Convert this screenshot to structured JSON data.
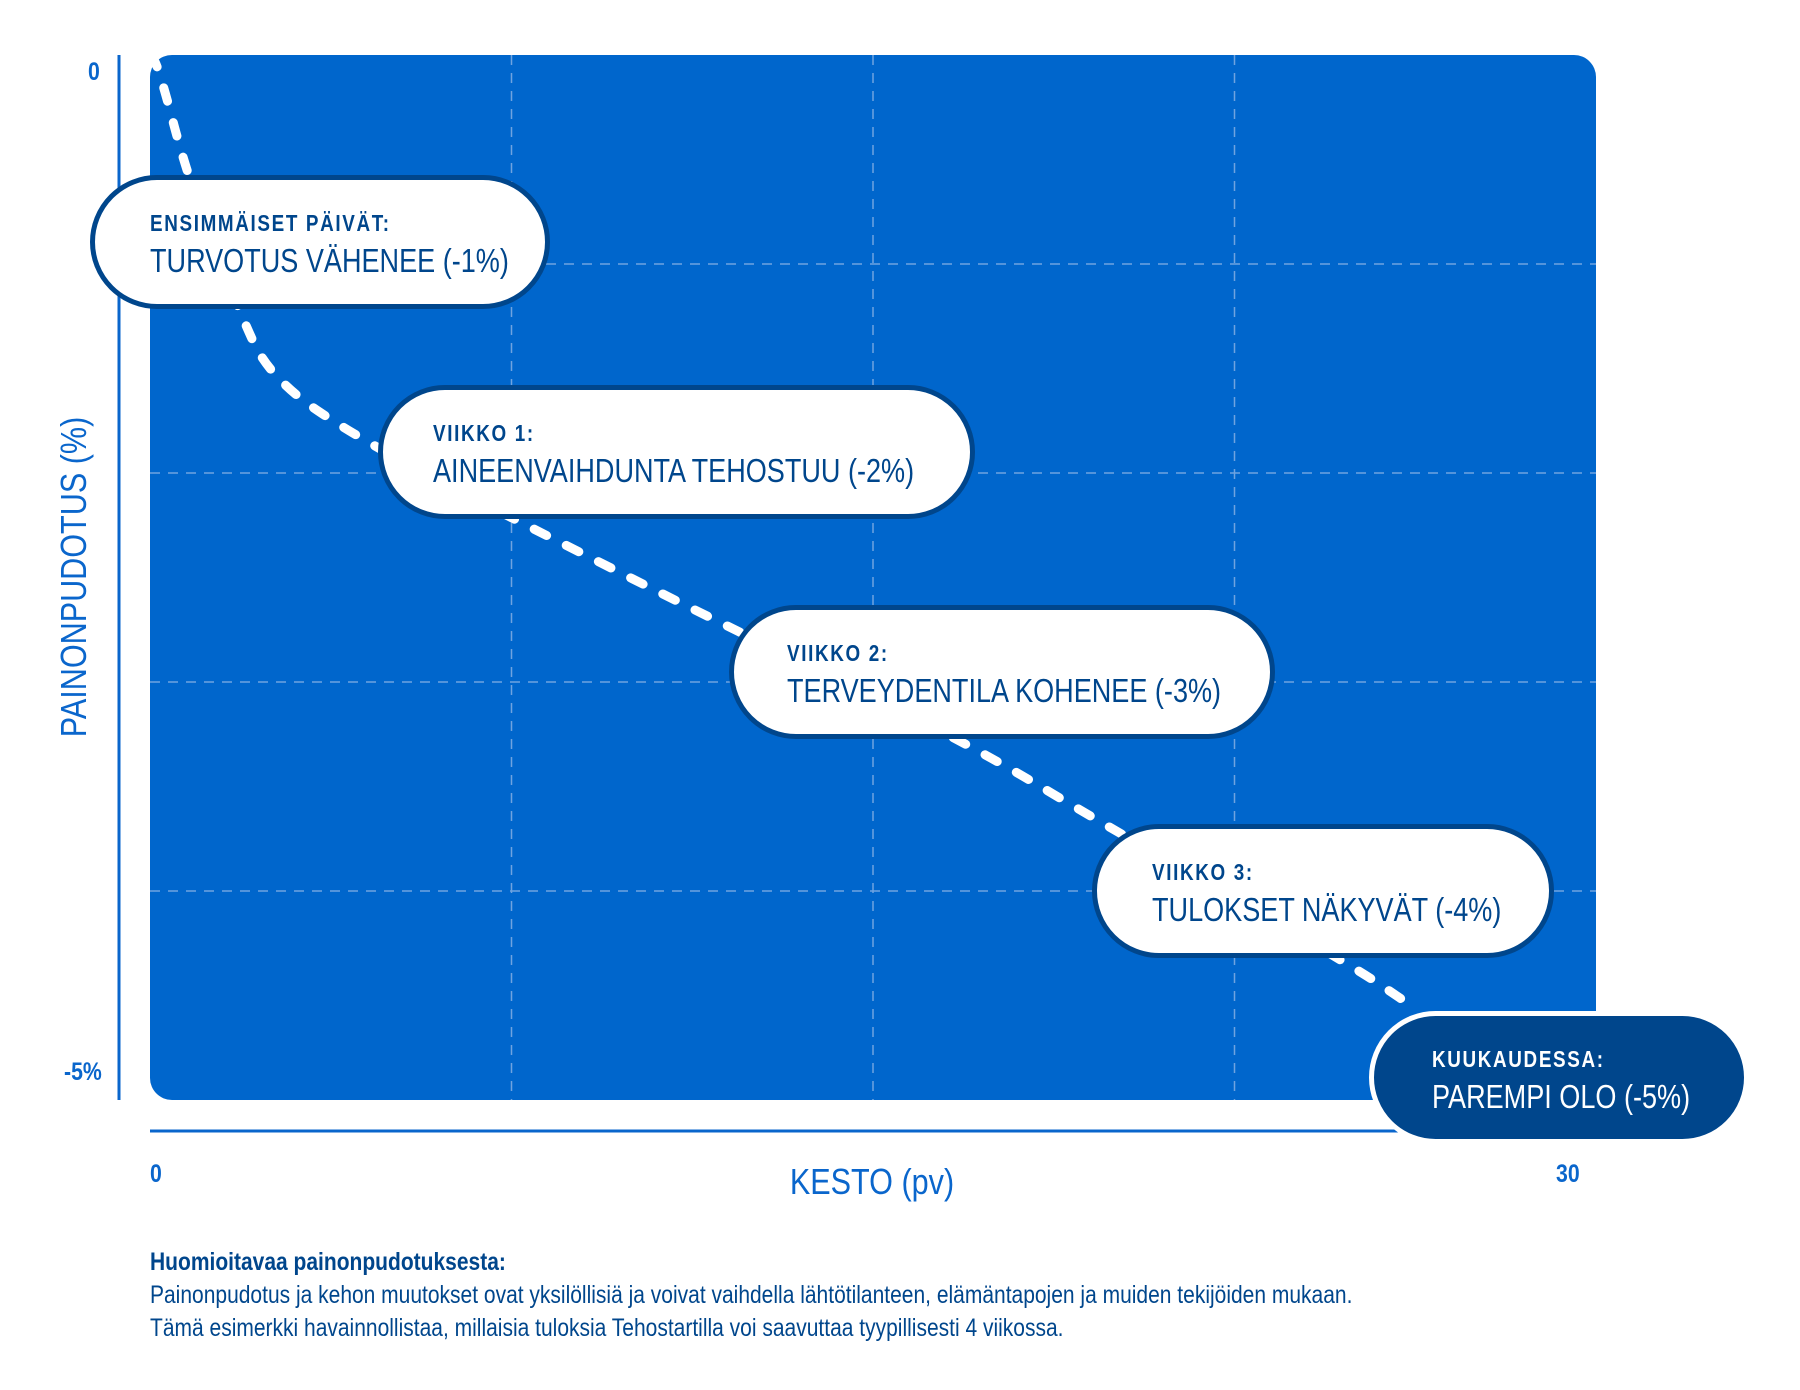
{
  "colors": {
    "plot_bg": "#0066cc",
    "navy": "#00468c",
    "axis": "#0a66cc",
    "curve": "#ffffff",
    "grid": "#6fa3e0"
  },
  "chart_data": {
    "type": "line",
    "title": "",
    "xlabel": "KESTO (pv)",
    "ylabel": "PAINONPUDOTUS (%)",
    "xlim": [
      0,
      30
    ],
    "ylim": [
      -5,
      0
    ],
    "x_ticks": [
      "0",
      "30"
    ],
    "y_ticks": [
      "0",
      "-5%"
    ],
    "grid": true,
    "line_style": "dashed",
    "series": [
      {
        "name": "Painonpudotus",
        "x": [
          0,
          0.17,
          0.8,
          1.8,
          2.5,
          4.5,
          7.8,
          12.2,
          16.8,
          20,
          24.9,
          26.3
        ],
        "y": [
          0,
          -0.05,
          -0.6,
          -1.2,
          -1.55,
          -1.86,
          -2.25,
          -2.76,
          -3.27,
          -3.71,
          -4.35,
          -4.57
        ]
      }
    ],
    "annotations": [
      {
        "kicker": "ENSIMMÄISET PÄIVÄT:",
        "text": "TURVOTUS VÄHENEE (-1%)",
        "value": -1
      },
      {
        "kicker": "VIIKKO 1:",
        "text": "AINEENVAIHDUNTA TEHOSTUU (-2%)",
        "value": -2
      },
      {
        "kicker": "VIIKKO 2:",
        "text": "TERVEYDENTILA KOHENEE (-3%)",
        "value": -3
      },
      {
        "kicker": "VIIKKO 3:",
        "text": "TULOKSET NÄKYVÄT (-4%)",
        "value": -4
      },
      {
        "kicker": "KUUKAUDESSA:",
        "text": "PAREMPI OLO (-5%)",
        "value": -5
      }
    ]
  },
  "note": {
    "title": "Huomioitavaa painonpudotuksesta:",
    "line1": "Painonpudotus ja kehon muutokset ovat yksilöllisiä ja voivat vaihdella lähtötilanteen, elämäntapojen ja muiden tekijöiden mukaan.",
    "line2": "Tämä esimerkki havainnollistaa, millaisia tuloksia Tehostartilla voi saavuttaa tyypillisesti 4 viikossa."
  }
}
